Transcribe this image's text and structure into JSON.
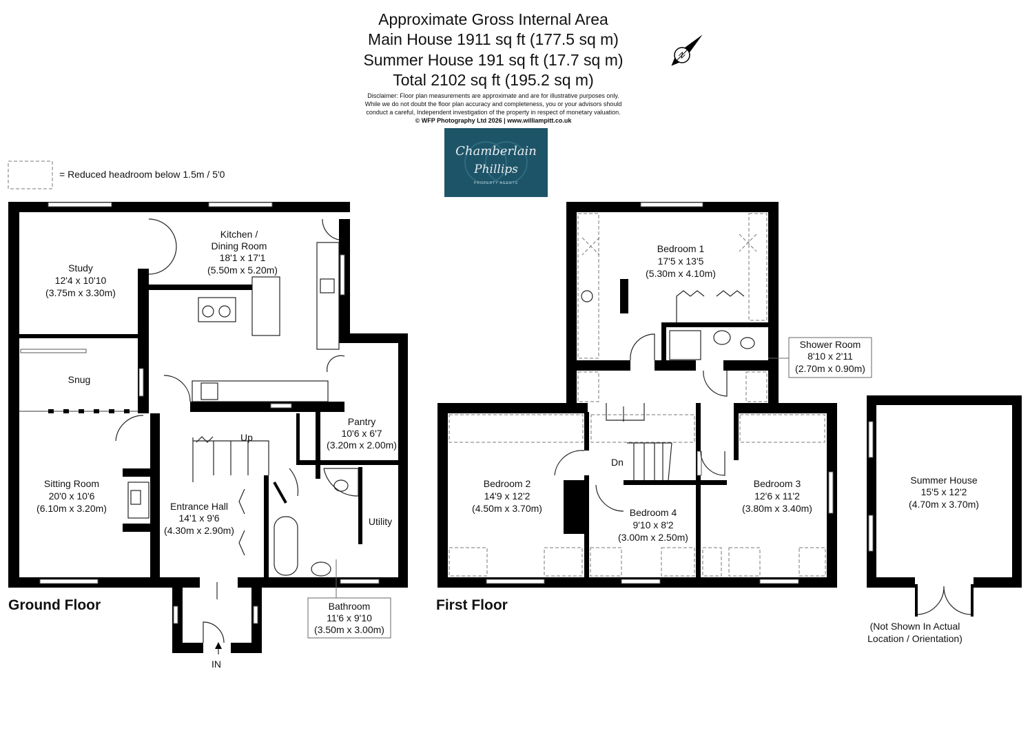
{
  "header": {
    "title_lines": [
      "Approximate Gross Internal Area",
      "Main House 1911 sq ft (177.5 sq m)",
      "Summer House 191 sq ft  (17.7 sq m)",
      "Total 2102 sq ft  (195.2 sq m)"
    ],
    "disclaimer_lines": [
      "Disclaimer: Floor plan measurements are approximate and are for illustrative purposes only.",
      "While we do not doubt the floor plan accuracy and completeness, you or your advisors should",
      "conduct a careful, Independent investigation of the property in respect of monetary valuation."
    ],
    "copyright": "© WFP Photography Ltd 2026 | www.williampitt.co.uk"
  },
  "logo": {
    "line1": "Chamberlain",
    "line2": "Phillips",
    "tagline": "PROPERTY AGENTS",
    "bg_color": "#1e5468"
  },
  "compass": {
    "label": "N"
  },
  "legend": {
    "text": "= Reduced headroom below 1.5m / 5'0"
  },
  "ground_floor": {
    "label": "Ground Floor",
    "rooms": [
      {
        "name": "Kitchen /",
        "name2": "Dining Room",
        "imperial": "18'1 x 17'1",
        "metric": "(5.50m x 5.20m)"
      },
      {
        "name": "Study",
        "imperial": "12'4 x 10'10",
        "metric": "(3.75m x 3.30m)"
      },
      {
        "name": "Snug"
      },
      {
        "name": "Pantry",
        "imperial": "10'6 x 6'7",
        "metric": "(3.20m x 2.00m)"
      },
      {
        "name": "Sitting Room",
        "imperial": "20'0 x 10'6",
        "metric": "(6.10m x 3.20m)"
      },
      {
        "name": "Entrance Hall",
        "imperial": "14'1 x 9'6",
        "metric": "(4.30m x 2.90m)"
      },
      {
        "name": "Utility"
      },
      {
        "name": "Bathroom",
        "imperial": "11'6 x 9'10",
        "metric": "(3.50m x 3.00m)"
      }
    ],
    "stairs_label": "Up",
    "entrance_label": "IN"
  },
  "first_floor": {
    "label": "First Floor",
    "rooms": [
      {
        "name": "Bedroom 1",
        "imperial": "17'5 x 13'5",
        "metric": "(5.30m x 4.10m)"
      },
      {
        "name": "Shower Room",
        "imperial": "8'10 x 2'11",
        "metric": "(2.70m x 0.90m)"
      },
      {
        "name": "Bedroom 2",
        "imperial": "14'9 x 12'2",
        "metric": "(4.50m x 3.70m)"
      },
      {
        "name": "Bedroom 4",
        "imperial": "9'10 x 8'2",
        "metric": "(3.00m x 2.50m)"
      },
      {
        "name": "Bedroom 3",
        "imperial": "12'6 x 11'2",
        "metric": "(3.80m x 3.40m)"
      }
    ],
    "stairs_label": "Dn"
  },
  "summer_house": {
    "name": "Summer House",
    "imperial": "15'5 x 12'2",
    "metric": "(4.70m x 3.70m)",
    "note_line1": "(Not Shown In Actual",
    "note_line2": "Location / Orientation)"
  }
}
